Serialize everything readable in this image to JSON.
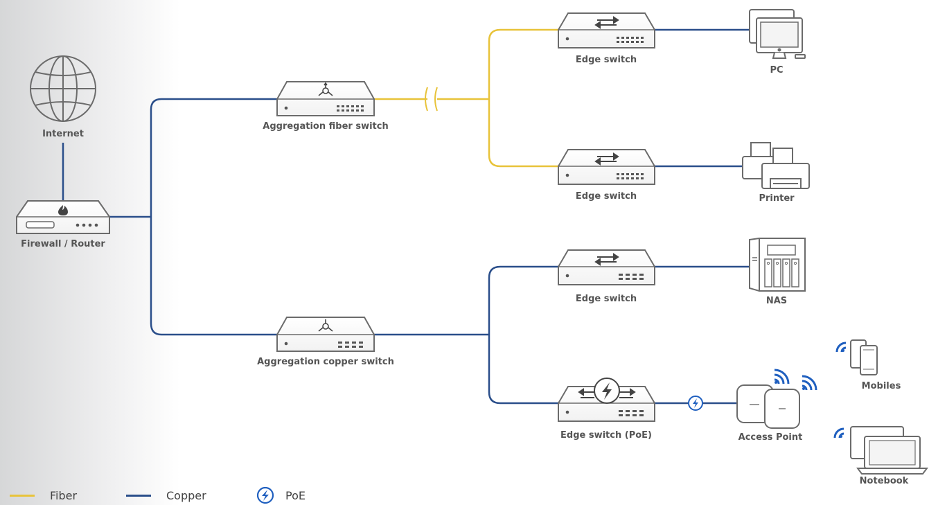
{
  "nodes": {
    "internet": "Internet",
    "firewall": "Firewall / Router",
    "agg_fiber": "Aggregation fiber switch",
    "agg_copper": "Aggregation copper switch",
    "edge1": "Edge switch",
    "edge2": "Edge switch",
    "edge3": "Edge switch",
    "edge_poe": "Edge switch (PoE)",
    "pc": "PC",
    "printer": "Printer",
    "nas": "NAS",
    "ap": "Access Point",
    "mobiles": "Mobiles",
    "notebook": "Notebook"
  },
  "legend": {
    "fiber": "Fiber",
    "copper": "Copper",
    "poe": "PoE"
  },
  "colors": {
    "fiber": "#e8c33a",
    "copper": "#2a4e8a",
    "device_stroke": "#6b6b6b",
    "poe": "#1f5fbf"
  }
}
